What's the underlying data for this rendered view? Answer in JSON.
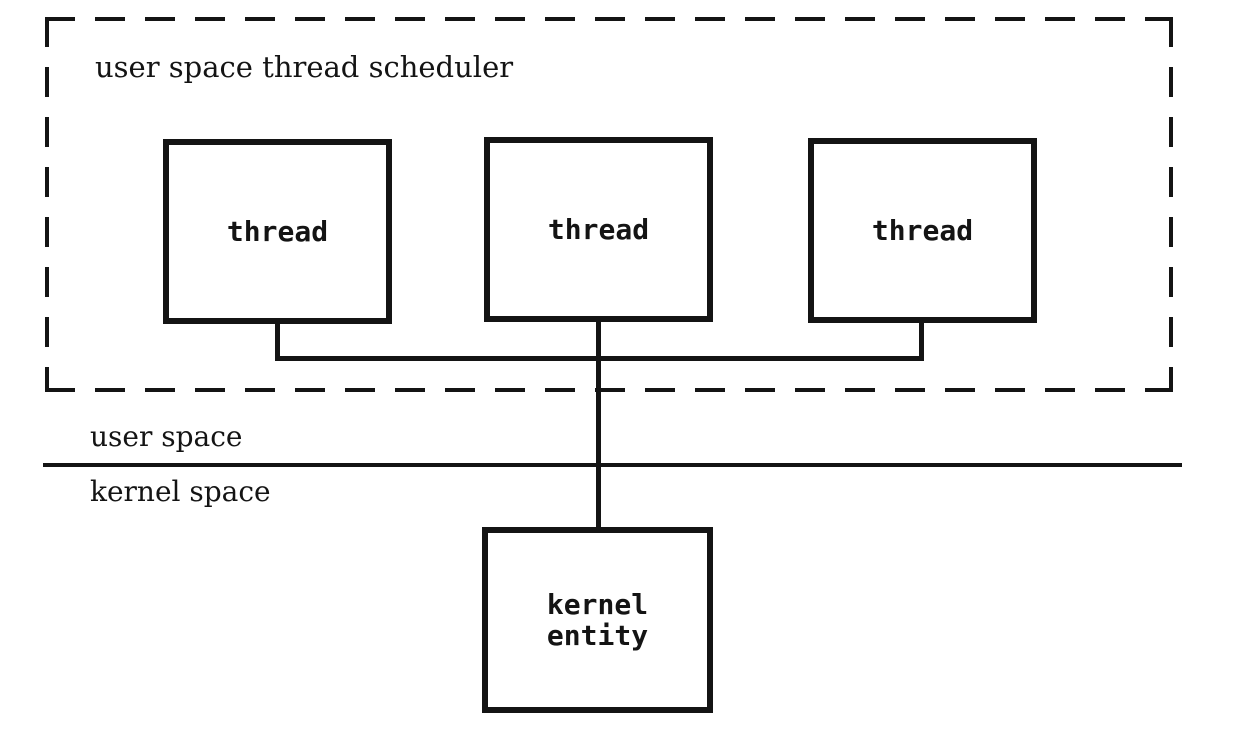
{
  "colors": {
    "ink": "#141414",
    "background": "#ffffff"
  },
  "diagram": {
    "scheduler_label": "user space thread scheduler",
    "threads": [
      {
        "label": "thread"
      },
      {
        "label": "thread"
      },
      {
        "label": "thread"
      }
    ],
    "user_space_label": "user space",
    "kernel_space_label": "kernel space",
    "kernel_entity_label": "kernel\nentity"
  }
}
